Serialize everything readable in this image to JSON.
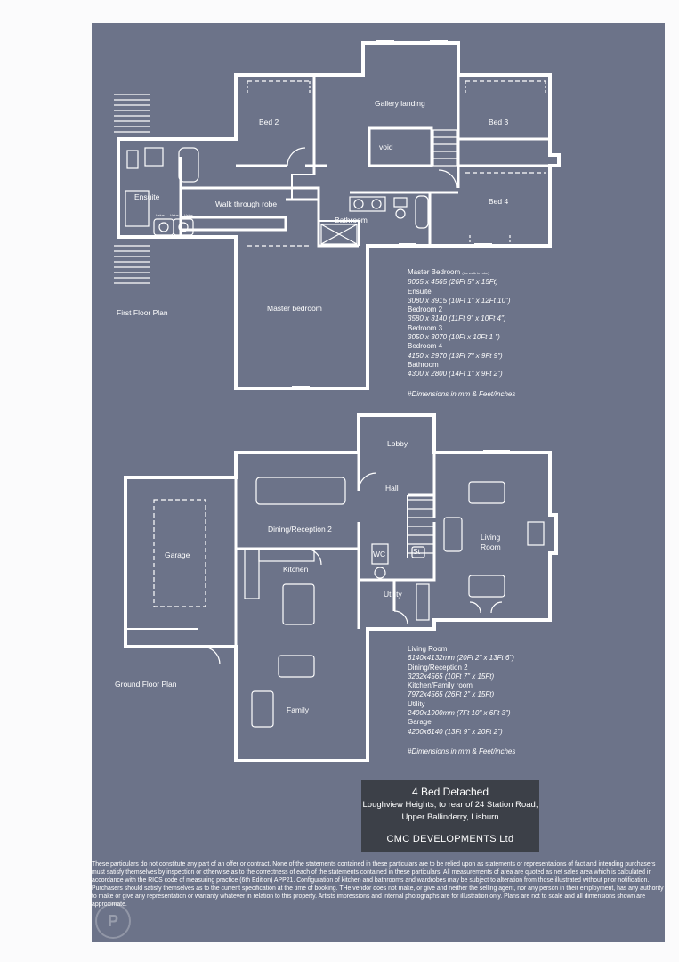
{
  "first_floor": {
    "plan_label": "First Floor Plan",
    "rooms": {
      "bed2": "Bed 2",
      "gallery": "Gallery landing",
      "bed3": "Bed 3",
      "void": "void",
      "ensuite": "Ensuite",
      "walkthrough": "Walk through robe",
      "bathroom": "Bathroom",
      "bed4": "Bed 4",
      "master": "Master bedroom"
    },
    "fixture_labels": [
      "Valve",
      "Valve",
      "Valve"
    ],
    "schedule": [
      {
        "name": "Master Bedroom",
        "note": "(inc walk in robe)",
        "dims": "8065 x 4565 (26Ft 5\" x 15Ft)"
      },
      {
        "name": "Ensuite",
        "dims": "3080 x 3915 (10Ft 1\" x 12Ft 10\")"
      },
      {
        "name": "Bedroom 2",
        "dims": "3580 x 3140 (11Ft 9\" x 10Ft 4\")"
      },
      {
        "name": "Bedroom 3",
        "dims": "3050 x 3070 (10Ft x 10Ft 1 \")"
      },
      {
        "name": "Bedroom 4",
        "dims": "4150 x 2970 (13Ft 7\" x 9Ft 9\")"
      },
      {
        "name": "Bathroom",
        "dims": "4300 x 2800 (14Ft 1\" x 9Ft 2\")"
      }
    ],
    "units_note": "#Dimensions in mm & Feet/inches"
  },
  "ground_floor": {
    "plan_label": "Ground Floor Plan",
    "rooms": {
      "lobby": "Lobby",
      "hall": "Hall",
      "dining": "Dining/Reception 2",
      "garage": "Garage",
      "kitchen": "Kitchen",
      "wc": "WC",
      "st": "St",
      "living": "Living",
      "living2": "Room",
      "utility": "Utility",
      "family": "Family"
    },
    "schedule": [
      {
        "name": "Living Room",
        "dims": "6140x4132mm (20Ft 2\" x 13Ft 6\")"
      },
      {
        "name": "Dining/Reception 2",
        "dims": "3232x4565 (10Ft 7\" x 15Ft)"
      },
      {
        "name": "Kitchen/Family room",
        "dims": "7972x4565 (26Ft 2\" x 15Ft)"
      },
      {
        "name": "Utility",
        "dims": "2400x1900mm (7Ft 10\" x 6Ft 3\")"
      },
      {
        "name": "Garage",
        "dims": "4200x6140 (13Ft 9\" x 20Ft 2\")"
      }
    ],
    "units_note": "#Dimensions in mm & Feet/inches"
  },
  "title_block": {
    "line1": "4 Bed Detached",
    "line2": "Loughview Heights, to rear of 24 Station Road,",
    "line3": "Upper Ballinderry, Lisburn",
    "developer": "CMC DEVELOPMENTS Ltd"
  },
  "disclaimer": "These particulars do not constitute any part of an offer or contract. None of the statements contained in these particulars are to be relied upon as statements or representations of fact and intending purchasers must satisfy themselves by inspection or otherwise as to the correctness of each of the statements contained in these particulars. All measurements of area are quoted as net sales area which is calculated in accordance with the RICS code of measuring practice (6th Edition) APP21. Configuration of kitchen and bathrooms and wardrobes may be subject to alteration from those illustrated without prior notification. Purchasers should satisfy themselves as to the current specification at the time of booking. THe vendor does not make, or give and neither the selling agent, nor any person in their employment, has any authority to make or give any representation or warranty whatever in relation to this property. Artists impressions and internal photographs are for illustration only. Plans are not to scale and all dimensions shown are approximate.",
  "watermark": "P",
  "colors": {
    "sheet": "#6c7389",
    "wall": "#ffffff",
    "title_box": "#3c4048"
  }
}
